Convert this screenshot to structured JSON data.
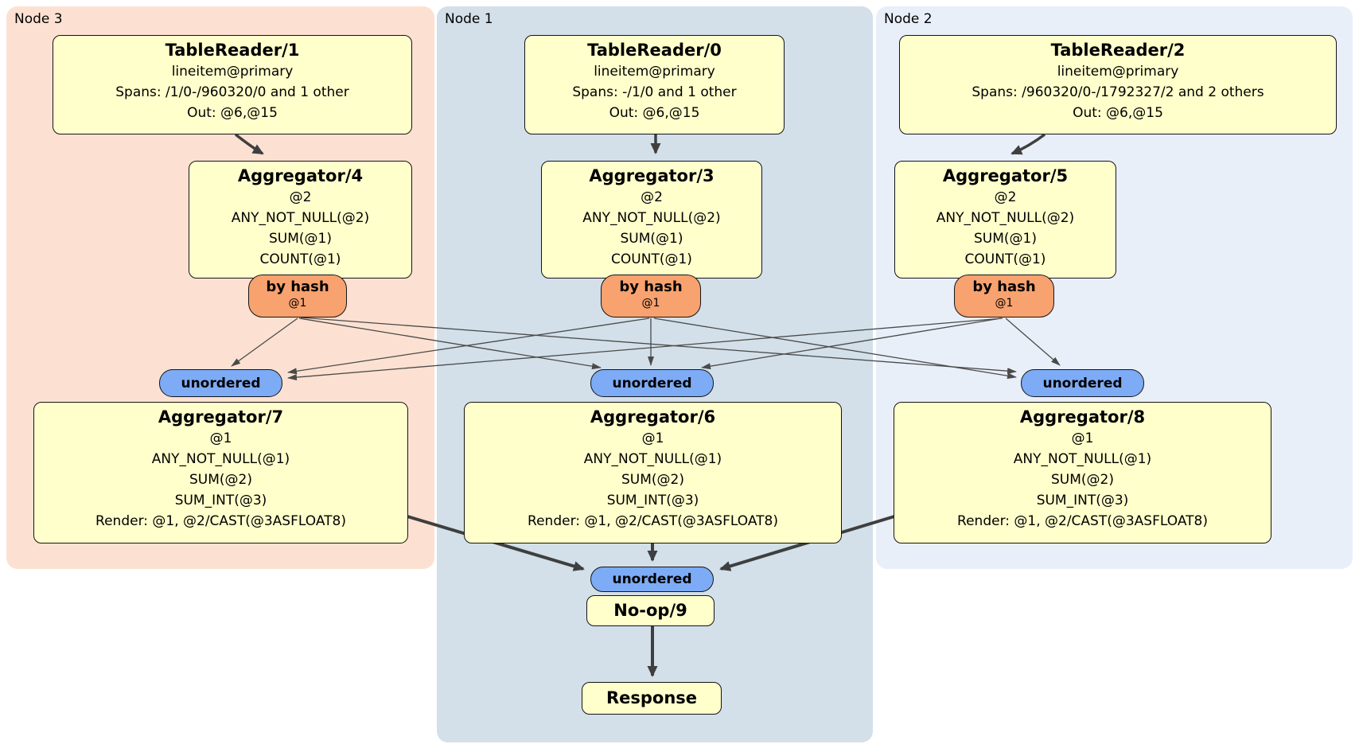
{
  "colors": {
    "node3_bg": "#fce1d2",
    "node1_bg": "#d3e0e9",
    "node2_bg": "#e9eff9",
    "op_bg": "#ffffcc",
    "router_bg": "#f7a26f",
    "sync_bg": "#7dabf5"
  },
  "panels": [
    {
      "label": "Node 3",
      "reader": {
        "title": "TableReader/1",
        "index": "lineitem@primary",
        "spans": "Spans: /1/0-/960320/0 and 1 other",
        "out": "Out: @6,@15"
      },
      "agg_top": {
        "title": "Aggregator/4",
        "group": "@2",
        "fns": [
          "ANY_NOT_NULL(@2)",
          "SUM(@1)",
          "COUNT(@1)"
        ]
      },
      "router": {
        "label": "by hash",
        "key": "@1"
      },
      "sync": {
        "label": "unordered"
      },
      "agg_bottom": {
        "title": "Aggregator/7",
        "group": "@1",
        "fns": [
          "ANY_NOT_NULL(@1)",
          "SUM(@2)",
          "SUM_INT(@3)"
        ],
        "render": "Render: @1, @2/CAST(@3ASFLOAT8)"
      }
    },
    {
      "label": "Node 1",
      "reader": {
        "title": "TableReader/0",
        "index": "lineitem@primary",
        "spans": "Spans: -/1/0 and 1 other",
        "out": "Out: @6,@15"
      },
      "agg_top": {
        "title": "Aggregator/3",
        "group": "@2",
        "fns": [
          "ANY_NOT_NULL(@2)",
          "SUM(@1)",
          "COUNT(@1)"
        ]
      },
      "router": {
        "label": "by hash",
        "key": "@1"
      },
      "sync": {
        "label": "unordered"
      },
      "agg_bottom": {
        "title": "Aggregator/6",
        "group": "@1",
        "fns": [
          "ANY_NOT_NULL(@1)",
          "SUM(@2)",
          "SUM_INT(@3)"
        ],
        "render": "Render: @1, @2/CAST(@3ASFLOAT8)"
      }
    },
    {
      "label": "Node 2",
      "reader": {
        "title": "TableReader/2",
        "index": "lineitem@primary",
        "spans": "Spans: /960320/0-/1792327/2 and 2 others",
        "out": "Out: @6,@15"
      },
      "agg_top": {
        "title": "Aggregator/5",
        "group": "@2",
        "fns": [
          "ANY_NOT_NULL(@2)",
          "SUM(@1)",
          "COUNT(@1)"
        ]
      },
      "router": {
        "label": "by hash",
        "key": "@1"
      },
      "sync": {
        "label": "unordered"
      },
      "agg_bottom": {
        "title": "Aggregator/8",
        "group": "@1",
        "fns": [
          "ANY_NOT_NULL(@1)",
          "SUM(@2)",
          "SUM_INT(@3)"
        ],
        "render": "Render: @1, @2/CAST(@3ASFLOAT8)"
      }
    }
  ],
  "final": {
    "sync": "unordered",
    "noop": "No-op/9",
    "response": "Response"
  }
}
